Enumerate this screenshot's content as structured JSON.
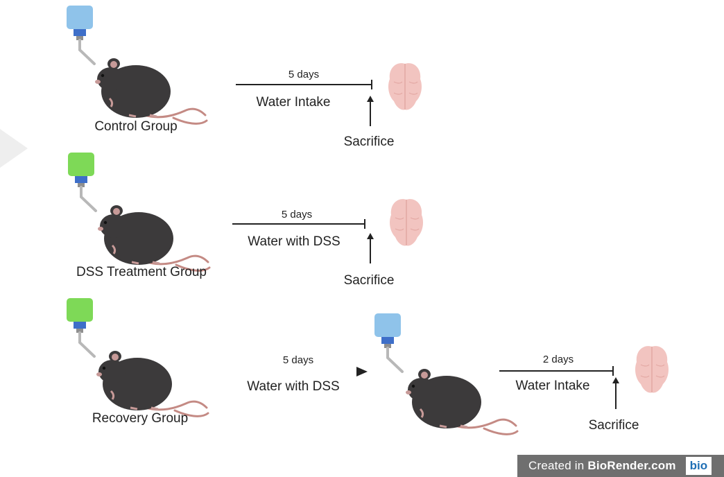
{
  "groups": [
    {
      "label": "Control Group",
      "duration": "5 days",
      "treatment": "Water Intake",
      "endpoint": "Sacrifice",
      "bottle_color": "#8fc3ea"
    },
    {
      "label": "DSS Treatment Group",
      "duration": "5 days",
      "treatment": "Water with DSS",
      "endpoint": "Sacrifice",
      "bottle_color": "#7ed957"
    },
    {
      "label": "Recovery Group",
      "duration": "5 days",
      "treatment": "Water with DSS",
      "followup_duration": "2 days",
      "followup_treatment": "Water Intake",
      "endpoint": "Sacrifice",
      "bottle_color": "#7ed957",
      "followup_bottle_color": "#8fc3ea"
    }
  ],
  "branding": {
    "created_in": "Created in ",
    "site": "BioRender.com",
    "logo": "bio"
  },
  "colors": {
    "mouse": "#3c3a3b",
    "mouse_ear": "#c79a98",
    "tail": "#c48a84",
    "brain": "#f2c4c0",
    "bottle_cap": "#3e6fc9",
    "tube": "#b8b8b8"
  }
}
